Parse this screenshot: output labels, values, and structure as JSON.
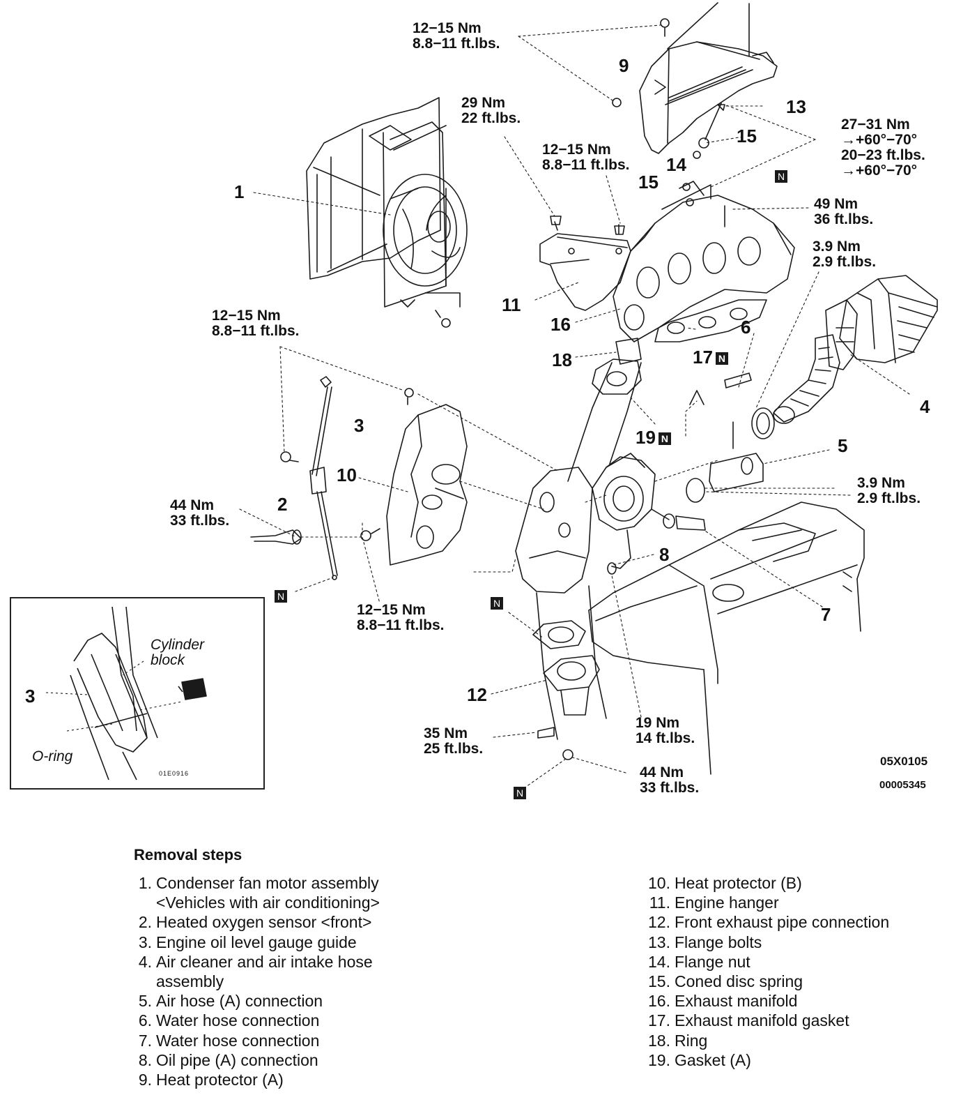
{
  "diagram": {
    "torque_labels": [
      {
        "id": "t1",
        "lines": [
          "12−15 Nm",
          "8.8−11 ft.lbs."
        ]
      },
      {
        "id": "t2",
        "lines": [
          "29 Nm",
          "22 ft.lbs."
        ]
      },
      {
        "id": "t3",
        "lines": [
          "12−15 Nm",
          "8.8−11 ft.lbs."
        ]
      },
      {
        "id": "t4",
        "lines": [
          "27−31 Nm",
          "→+60°−70°",
          "20−23 ft.lbs.",
          "→+60°−70°"
        ]
      },
      {
        "id": "t5",
        "lines": [
          "49 Nm",
          "36 ft.lbs."
        ]
      },
      {
        "id": "t6",
        "lines": [
          "3.9 Nm",
          "2.9 ft.lbs."
        ]
      },
      {
        "id": "t7",
        "lines": [
          "12−15 Nm",
          "8.8−11 ft.lbs."
        ]
      },
      {
        "id": "t8",
        "lines": [
          "44 Nm",
          "33 ft.lbs."
        ]
      },
      {
        "id": "t9",
        "lines": [
          "3.9 Nm",
          "2.9 ft.lbs."
        ]
      },
      {
        "id": "t10",
        "lines": [
          "12−15 Nm",
          "8.8−11 ft.lbs."
        ]
      },
      {
        "id": "t11",
        "lines": [
          "35 Nm",
          "25 ft.lbs."
        ]
      },
      {
        "id": "t12",
        "lines": [
          "19 Nm",
          "14 ft.lbs."
        ]
      },
      {
        "id": "t13",
        "lines": [
          "44 Nm",
          "33 ft.lbs."
        ]
      }
    ],
    "part_numbers": [
      {
        "id": "p1",
        "text": "1"
      },
      {
        "id": "p2",
        "text": "2"
      },
      {
        "id": "p3",
        "text": "3"
      },
      {
        "id": "p4",
        "text": "4"
      },
      {
        "id": "p5",
        "text": "5"
      },
      {
        "id": "p6",
        "text": "6"
      },
      {
        "id": "p7",
        "text": "7"
      },
      {
        "id": "p8",
        "text": "8"
      },
      {
        "id": "p9",
        "text": "9"
      },
      {
        "id": "p10",
        "text": "10"
      },
      {
        "id": "p11",
        "text": "11"
      },
      {
        "id": "p12",
        "text": "12"
      },
      {
        "id": "p13",
        "text": "13"
      },
      {
        "id": "p14",
        "text": "14"
      },
      {
        "id": "p15a",
        "text": "15"
      },
      {
        "id": "p15b",
        "text": "15"
      },
      {
        "id": "p16",
        "text": "16"
      },
      {
        "id": "p17",
        "text": "17"
      },
      {
        "id": "p18",
        "text": "18"
      },
      {
        "id": "p19",
        "text": "19"
      }
    ],
    "badge_text": "N",
    "codes": [
      "05X0105",
      "00005345"
    ],
    "inset": {
      "cylinder_block": [
        "Cylinder",
        "block"
      ],
      "part_3": "3",
      "o_ring": "O-ring",
      "code": "01E0916"
    }
  },
  "removal": {
    "title": "Removal steps",
    "left": [
      {
        "n": "1.",
        "t": "Condenser fan motor assembly",
        "t2": "<Vehicles with air conditioning>"
      },
      {
        "n": "2.",
        "t": "Heated oxygen sensor <front>"
      },
      {
        "n": "3.",
        "t": "Engine oil level gauge guide"
      },
      {
        "n": "4.",
        "t": "Air cleaner and air intake hose",
        "t2": "assembly"
      },
      {
        "n": "5.",
        "t": "Air hose (A) connection"
      },
      {
        "n": "6.",
        "t": "Water hose connection"
      },
      {
        "n": "7.",
        "t": "Water hose connection"
      },
      {
        "n": "8.",
        "t": "Oil pipe (A) connection"
      },
      {
        "n": "9.",
        "t": "Heat protector (A)"
      }
    ],
    "right": [
      {
        "n": "10.",
        "t": "Heat protector (B)"
      },
      {
        "n": "11.",
        "t": "Engine hanger"
      },
      {
        "n": "12.",
        "t": "Front exhaust pipe connection"
      },
      {
        "n": "13.",
        "t": "Flange bolts"
      },
      {
        "n": "14.",
        "t": "Flange nut"
      },
      {
        "n": "15.",
        "t": "Coned disc spring"
      },
      {
        "n": "16.",
        "t": "Exhaust manifold"
      },
      {
        "n": "17.",
        "t": "Exhaust manifold gasket"
      },
      {
        "n": "18.",
        "t": "Ring"
      },
      {
        "n": "19.",
        "t": "Gasket (A)"
      }
    ]
  }
}
